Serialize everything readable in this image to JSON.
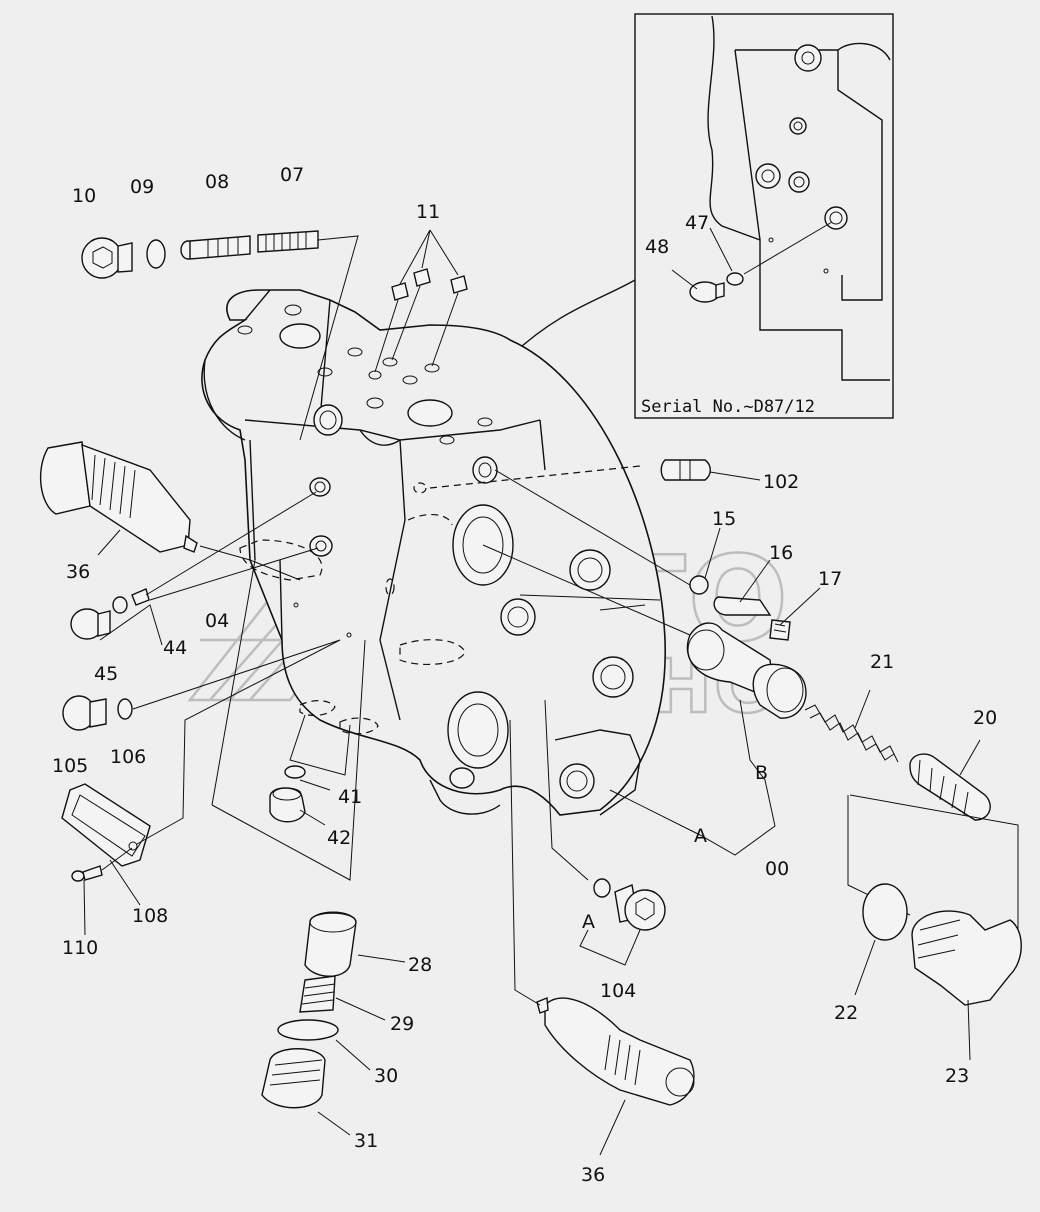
{
  "inset": {
    "serial_note": "Serial No.~D87/12"
  },
  "watermark": {
    "line1": "АВТО",
    "line2": "АЛЬЯНС"
  },
  "labels": {
    "p10": "10",
    "p09": "09",
    "p08": "08",
    "p07": "07",
    "p11": "11",
    "p36a": "36",
    "p04": "04",
    "p44": "44",
    "p45": "45",
    "p105": "105",
    "p106": "106",
    "p108": "108",
    "p110": "110",
    "p41": "41",
    "p42": "42",
    "p28": "28",
    "p29": "29",
    "p30": "30",
    "p31": "31",
    "p36b": "36",
    "p102": "102",
    "p15": "15",
    "p16": "16",
    "p17": "17",
    "p21": "21",
    "p20": "20",
    "pB": "B",
    "pA1": "A",
    "p00": "00",
    "pA2": "A",
    "p104": "104",
    "p22": "22",
    "p23": "23",
    "p47": "47",
    "p48": "48"
  }
}
